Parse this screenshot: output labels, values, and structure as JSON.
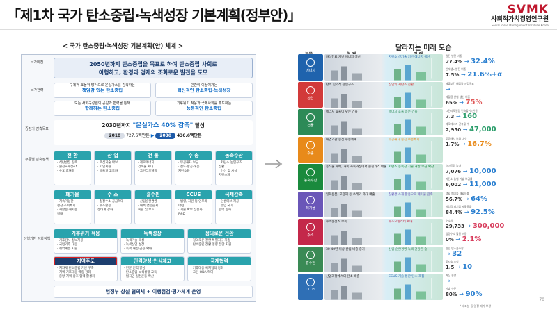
{
  "title": "「제1차 국가 탄소중립·녹색성장 기본계획(정부안)」",
  "logo": {
    "mark": "SVMK",
    "kr": "사회적가치경영연구원",
    "en": "Social Value Management Institute Korea"
  },
  "left_panel": {
    "title": "< 국가 탄소중립·녹색성장 기본계획(안) 체계 >",
    "vision_label": "국가비전",
    "vision_line1": "2050년까지 탄소중립을 목표로 하여 탄소중립 사회로",
    "vision_line2": "이행하고, 환경과 경제의 조화로운 발전을 도모",
    "strategy_label": "국가전략",
    "strategy": [
      {
        "a": "구체적·효율적 방식으로 온실가스를 감축하는",
        "b": "책임감 있는 탄소중립"
      },
      {
        "a": "민간이 이끌어가는",
        "b": "혁신적인 탄소중립·녹색성장"
      },
      {
        "a": "모든 사회구성원의 공감과 협력을 통해",
        "b": "함께하는 탄소중립"
      },
      {
        "a": "기후위기 적응과 국제사회를 주도하는",
        "b": "능동적인 탄소중립"
      }
    ],
    "midterm_label": "중장기 감축목표",
    "goal_prefix": "2030년까지",
    "goal_quote": "\"온실가스 40% 감축\"",
    "goal_suffix": "달성",
    "base_year": "2018",
    "base_value": "727.6백만톤",
    "target_year": "2030",
    "target_value": "436.6백만톤",
    "sector_label": "부문별 감축정책",
    "sectors_row1": [
      {
        "h": "전 환",
        "t": "· 석탄발전 감축\n· 원전+재생e↑\n· 수요 효율화"
      },
      {
        "h": "산 업",
        "t": "· 핵심기술 확보\n· 기업지원\n· 배출권 고도화"
      },
      {
        "h": "건 물",
        "t": "· 제로에너지\n건축물 확대\n· 그린리모델링"
      },
      {
        "h": "수 송",
        "t": "· 무공해차 보급\n· 철도·항공·해운\n저탄소화"
      },
      {
        "h": "농축수산",
        "t": "· 저탄소 농업구조\n전환\n· 어선 및 시설\n저탄소화"
      }
    ],
    "sectors_row2": [
      {
        "h": "폐기물",
        "t": "· 지속가능한\n생산·소비체계\n· 재활용·재사용\n확대"
      },
      {
        "h": "수 소",
        "t": "· 청정수소 공급확대\n· 수소활용\n생태계 강화"
      },
      {
        "h": "흡수원",
        "t": "· 산림순환경영\n· 내륙·연안습지\n복원 및 보호"
      },
      {
        "h": "CCUS",
        "t": "· 법령, 지원 등 인프라 마련\n· 기술 확보 상용화 R&D"
      },
      {
        "h": "국제감축",
        "t": "· 인센티브 제공\n· 유망 국가\n협력 강화"
      }
    ],
    "enabling_label": "이행기반 강화정책",
    "enabling": [
      {
        "h": "기후위기 적응",
        "t": "· 기후감시·정보제공\n· 국민기후 대응\n· 취약계층 지원"
      },
      {
        "h": "녹색성장",
        "t": "· 녹색기술 육성\n· 녹색산업 성장\n· 녹색 재정·금융 확대"
      },
      {
        "h": "정의로운 전환",
        "t": "· 정의로운 전환 특별지구 지정\n· 탄소중립 전환 영향 집단 지원"
      },
      {
        "h": "지역주도",
        "t": "· 지자체 탄소중립 기반 구축\n· 지역 기후대응 역량 강화\n· 중앙-지역 상호 협력 활성화"
      },
      {
        "h": "인력양성·인식제고",
        "t": "· 전문 인력 양성\n· 탄소중립·녹색생활 교육\n· 범국민 실천운동 확산"
      },
      {
        "h": "국제협력",
        "t": "· 기후대응 국제협의 강화\n· 그린 ODA 확대"
      }
    ],
    "footer": "범정부 상설 협의체 + 이행점검·평가체계 운영"
  },
  "right_panel": {
    "title": "달라지는 미래 모습",
    "col_sector": "부문",
    "col_now": "현 재",
    "col_future": "미 래",
    "rows": [
      {
        "cat": "에너지",
        "color": "#1f63ad",
        "cap_now": "화석연료 기반 에너지 생산",
        "cap_future": "저탄소 신기술 기반 에너지 생산",
        "s1_lbl": "원전 발전 비중",
        "s1_a": "27.4%",
        "s1_b": "32.4%",
        "s1_col": "#2a7fd0",
        "s2_lbl": "신재생e 발전 비중",
        "s2_a": "7.5%",
        "s2_b": "21.6%+α",
        "s2_col": "#2a7fd0"
      },
      {
        "cat": "산업",
        "color": "#d23a3a",
        "cap_now": "탄소 집약적 산업구조",
        "cap_future": "산업의 저탄소 전환",
        "s1_lbl": "제출부간 배출량 저감목표",
        "s1_a": "",
        "s1_b": "",
        "s1_col": "#e05a5a",
        "s2_lbl": "재활용 산업 생산 비중",
        "s2_a": "65%",
        "s2_b": "75%",
        "s2_col": "#e05a5a"
      },
      {
        "cat": "건물",
        "color": "#2c8a57",
        "cap_now": "에너지 효율이 낮은 건물",
        "cap_future": "에너지 효율 높은 건물",
        "s1_lbl": "그린리모델링 건축물 수(천동)",
        "s1_a": "7.3",
        "s1_b": "160",
        "s1_col": "#2a9d6a",
        "s2_lbl": "제로에너지 건축물 수",
        "s2_a": "2,950",
        "s2_b": "47,000",
        "s2_col": "#2a9d6a"
      },
      {
        "cat": "수송",
        "color": "#e88a1a",
        "cap_now": "내연기관 중심 수송체계",
        "cap_future": "무공해차 중심 수송체계",
        "s1_lbl": "무공해차 보급 대수",
        "s1_a": "1.7%",
        "s1_b": "16.7%",
        "s1_col": "#e88a1a",
        "s2_lbl": "",
        "s2_a": "",
        "s2_b": "",
        "s2_col": "#e88a1a"
      },
      {
        "cat": "농축수산",
        "color": "#1a8a3d",
        "cap_now": "농작물 재배, 가축 사육과정에서 온실가스 배출",
        "cap_future": "저탄소 농축산 기술 개발 보급 확산",
        "s1_lbl": "스마트팜 농가",
        "s1_a": "7,076",
        "s1_b": "10,000",
        "s1_col": "#2a7fd0",
        "s2_lbl": "저탄소 농업 기술 보급률",
        "s2_a": "6,002",
        "s2_b": "11,000",
        "s2_col": "#2a7fd0"
      },
      {
        "cat": "폐기물",
        "color": "#6a56b8",
        "cap_now": "일회용품, 포장재 등 쓰레기 과대 배출",
        "cap_future": "친환경 소재 활용으로 폐기물 감축",
        "s1_lbl": "생활 폐기물 재활용률",
        "s1_a": "56.7%",
        "s1_b": "64%",
        "s1_col": "#2a7fd0",
        "s2_lbl": "사업장 폐기물 재활용률",
        "s2_a": "84.4%",
        "s2_b": "92.5%",
        "s2_col": "#2a7fd0"
      },
      {
        "cat": "수소",
        "color": "#c4284a",
        "cap_now": "수소충전소 부족",
        "cap_future": "수소모빌리티 확대",
        "s1_lbl": "수소차",
        "s1_a": "29,733",
        "s1_b": "300,000",
        "s1_col": "#d83c5c",
        "s2_lbl": "청정수소 활용 비중",
        "s2_a": "0%",
        "s2_b": "2.1%",
        "s2_col": "#d83c5c"
      },
      {
        "cat": "흡수원",
        "color": "#3a8a55",
        "cap_now": "30-40년 이상 산림 비중 증가",
        "cap_future": "산림 순환경영 녹색 건강한 숲",
        "s1_lbl": "산림 탄소흡수량",
        "s1_a": "",
        "s1_b": "32",
        "s1_col": "#2a7fd0",
        "s2_lbl": "도시숲 조성",
        "s2_a": "1.5",
        "s2_b": "10",
        "s2_col": "#2a7fd0"
      },
      {
        "cat": "CCUS",
        "color": "#2f6fb5",
        "cap_now": "산업과정에서의 탄소 배출",
        "cap_future": "CCUS 기술 통한 탄소 포집",
        "s1_lbl": "저장 용량",
        "s1_a": "",
        "s1_b": "",
        "s1_col": "#2a7fd0",
        "s2_lbl": "기술 수준",
        "s2_a": "80%",
        "s2_b": "90%",
        "s2_col": "#2a7fd0"
      }
    ],
    "footnote": "* 대표분 등 일정 메카 보강"
  },
  "page_number": "70"
}
